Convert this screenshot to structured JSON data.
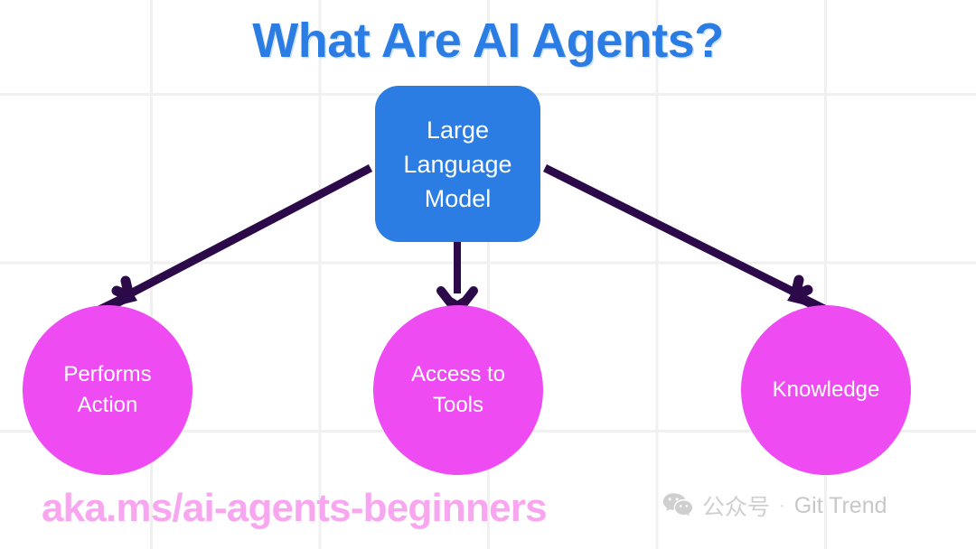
{
  "title": "What Are AI Agents?",
  "colors": {
    "title_blue": "#2b7de3",
    "node_blue": "#2b7de3",
    "circle_pink": "#ee4cf2",
    "arrow_purple": "#2c0a4a",
    "footer_pink": "#f8a6f0",
    "grid_line": "#f0f0f0",
    "background": "#ffffff",
    "watermark_gray": "#cfcfcf"
  },
  "central_node": {
    "label": "Large\nLanguage\nModel"
  },
  "leaf_nodes": [
    {
      "label": "Performs\nAction"
    },
    {
      "label": "Access to\nTools"
    },
    {
      "label": "Knowledge"
    }
  ],
  "footer": {
    "url": "aka.ms/ai-agents-beginners"
  },
  "watermark": {
    "icon": "wechat-icon",
    "channel": "公众号",
    "separator": "·",
    "brand": "Git Trend"
  }
}
